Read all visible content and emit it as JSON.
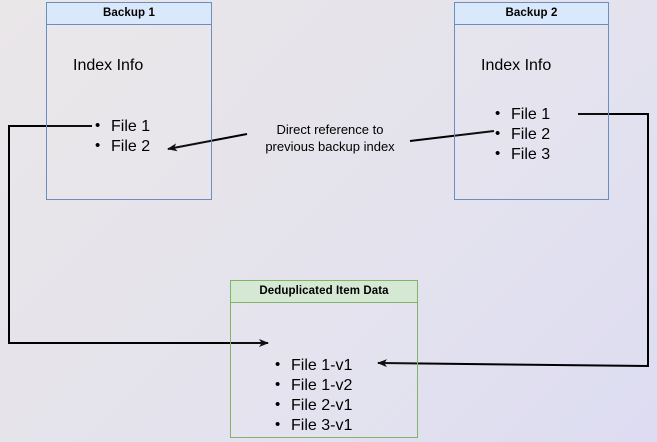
{
  "diagram": {
    "title_caption": {
      "line1": "Direct reference to",
      "line2": "previous backup index"
    },
    "colors": {
      "blue_border": "#6c8ebf",
      "blue_header_fill": "#dae8fc",
      "green_border": "#82b366",
      "green_header_fill": "#d5e8d4",
      "connector": "#000000",
      "background_start": "#eae7e9",
      "background_end": "#dddcf2"
    },
    "boxes": {
      "backup1": {
        "header": "Backup 1",
        "body_title": "Index Info",
        "items": [
          "File 1",
          "File 2"
        ]
      },
      "backup2": {
        "header": "Backup 2",
        "body_title": "Index Info",
        "items": [
          "File 1",
          "File 2",
          "File 3"
        ]
      },
      "dedup": {
        "header": "Deduplicated Item Data",
        "items": [
          "File 1-v1",
          "File 1-v2",
          "File 2-v1",
          "File 3-v1"
        ]
      }
    },
    "connectors": [
      {
        "name": "backup1-file1-to-dedup-file1v1",
        "from": "Backup 1 / File 1",
        "to": "Deduplicated Item Data / File 1-v1",
        "arrowhead": "end"
      },
      {
        "name": "backup2-file2-to-backup1-file2",
        "from": "Backup 2 / File 2",
        "to": "Backup 1 / File 2",
        "arrowhead": "end",
        "label": "Direct reference to previous backup index"
      },
      {
        "name": "backup2-file1-to-dedup-file1v2",
        "from": "Backup 2 / File 1",
        "to": "Deduplicated Item Data / File 1-v2",
        "arrowhead": "end"
      }
    ]
  }
}
